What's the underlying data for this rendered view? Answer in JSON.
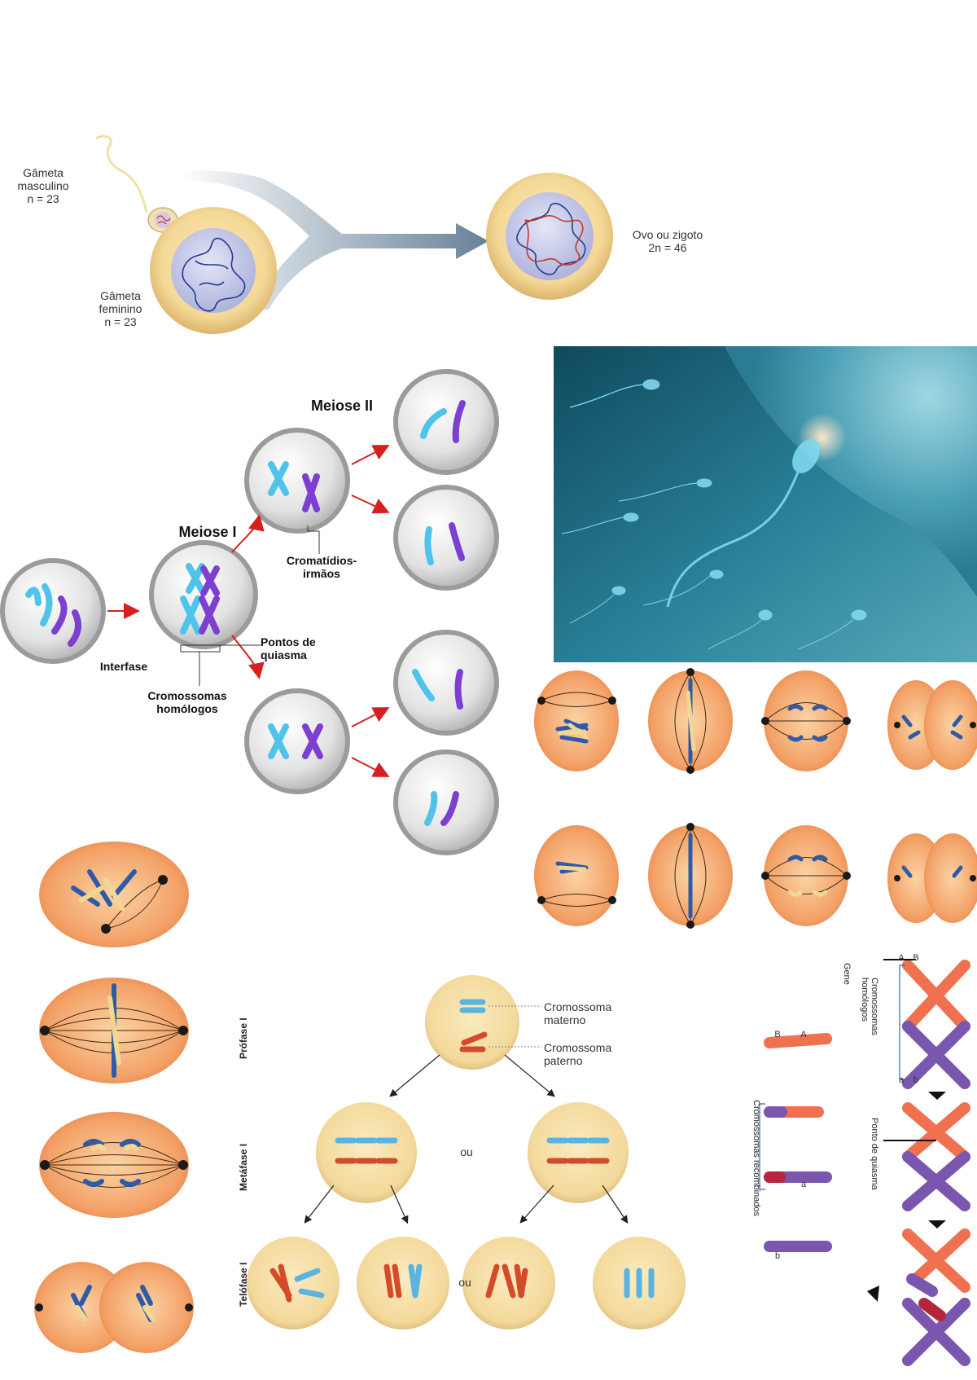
{
  "fertilization": {
    "male_gamete": [
      "Gâmeta",
      "masculino",
      "n = 23"
    ],
    "female_gamete": [
      "Gâmeta",
      "feminino",
      "n = 23"
    ],
    "zygote": [
      "Ovo ou zigoto",
      "2n = 46"
    ]
  },
  "meiosis": {
    "meiose_i": "Meiose I",
    "meiose_ii": "Meiose II",
    "interfase": "Interfase",
    "cromatidios": [
      "Cromatídios-",
      "irmãos"
    ],
    "quiasma": [
      "Pontos de",
      "quiasma"
    ],
    "homologos": [
      "Cromossomas",
      "homólogos"
    ]
  },
  "segregation": {
    "profase": "Prófase I",
    "metafase": "Metáfase I",
    "telofase": "Telófase I",
    "materno": [
      "Cromossoma",
      "materno"
    ],
    "paterno": [
      "Cromossoma",
      "paterno"
    ],
    "ou_1": "ou",
    "ou_2": "ou"
  },
  "crossing_over": {
    "gene": "Gene",
    "homologos": [
      "Cromossomas",
      "homólogos"
    ],
    "ponto": "Ponto de quiasma",
    "recombinados": "Cromossomas recombinados",
    "allele_A": "A",
    "allele_a": "a",
    "allele_B": "B",
    "allele_b": "b"
  },
  "colors": {
    "cell_fill": "#f7dfa3",
    "cell_ring": "#e7c98b",
    "nucleus": "#c9cde8",
    "maternal": "#3e7fd0",
    "paternal": "#d34b2a",
    "light_blue": "#4fc3ea",
    "purple": "#7c3fd1",
    "orange_cell": "#f4a86e",
    "arrow_red": "#d62020",
    "photo_bg": "#1b5e78"
  }
}
